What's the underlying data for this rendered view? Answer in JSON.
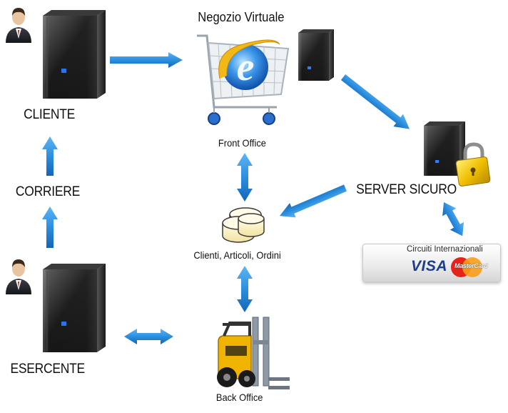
{
  "diagram": {
    "nodes": {
      "cliente": {
        "label": "CLIENTE",
        "icon": "user-server-icon"
      },
      "corriere": {
        "label": "CORRIERE"
      },
      "esercente": {
        "label": "ESERCENTE",
        "icon": "user-server-icon"
      },
      "negozio_virtuale": {
        "label": "Negozio Virtuale",
        "icon": "shopping-cart-ie-icon"
      },
      "front_office": {
        "label": "Front Office"
      },
      "server_sicuro": {
        "label": "SERVER SICURO",
        "icon": "secure-server-padlock-icon"
      },
      "database": {
        "label": "Clienti, Articoli, Ordini",
        "icon": "database-icon"
      },
      "back_office": {
        "label": "Back Office",
        "icon": "forklift-icon"
      },
      "payment": {
        "title": "Circuiti Internazionali",
        "brands": [
          "VISA",
          "MasterCard"
        ]
      }
    },
    "colors": {
      "arrow": "#2b8fe0",
      "arrow_dark": "#1565b5",
      "server_body": "#141414",
      "server_led": "#2f7dff",
      "padlock": "#e8b400",
      "forklift": "#f0b400",
      "mastercard_red": "#e5231b",
      "mastercard_orange": "#f79e1b",
      "visa_blue": "#1a3d8f"
    }
  }
}
